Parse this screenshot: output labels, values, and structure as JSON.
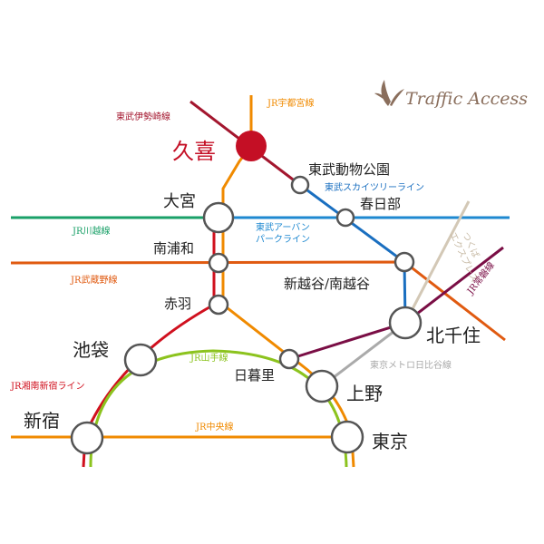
{
  "title": "Traffic Access",
  "colors": {
    "tobu_isesaki": "#a3162e",
    "jr_utsunomiya": "#f08a00",
    "jr_shonan_shinjuku": "#d0101e",
    "jr_yamanote": "#8cc31e",
    "jr_kawagoe": "#1aa068",
    "tobu_urban_park": "#1e88d0",
    "tobu_skytree": "#1a6fc0",
    "jr_musashino": "#e05a10",
    "tsukuba_express": "#d3c8b6",
    "jr_joban": "#7a0e45",
    "tokyo_metro_hibiya": "#aaaaaa",
    "jr_chuo": "#f08a00",
    "highlight_station": "#c40f25",
    "logo": "#8a6e5c"
  },
  "lines": {
    "tobu_isesaki": "東武伊勢崎線",
    "jr_utsunomiya": "JR宇都宮線",
    "tobu_skytree": "東武スカイツリーライン",
    "jr_kawagoe": "JR川越線",
    "tobu_urban_park_1": "東武アーバン",
    "tobu_urban_park_2": "パークライン",
    "jr_musashino": "JR武蔵野線",
    "tsukuba_express_1": "つくば",
    "tsukuba_express_2": "エクスプレス",
    "jr_joban": "JR常磐線",
    "jr_yamanote": "JR山手線",
    "tokyo_metro_hibiya": "東京メトロ日比谷線",
    "jr_shonan_shinjuku": "JR湘南新宿ライン",
    "jr_chuo": "JR中央線"
  },
  "stations": {
    "kuki": "久喜",
    "tobu_dobutsu_koen": "東武動物公園",
    "kasukabe": "春日部",
    "omiya": "大宮",
    "minami_urawa": "南浦和",
    "shin_koshigaya": "新越谷/南越谷",
    "akabane": "赤羽",
    "kita_senju": "北千住",
    "ikebukuro": "池袋",
    "nippori": "日暮里",
    "ueno": "上野",
    "shinjuku": "新宿",
    "tokyo": "東京"
  }
}
